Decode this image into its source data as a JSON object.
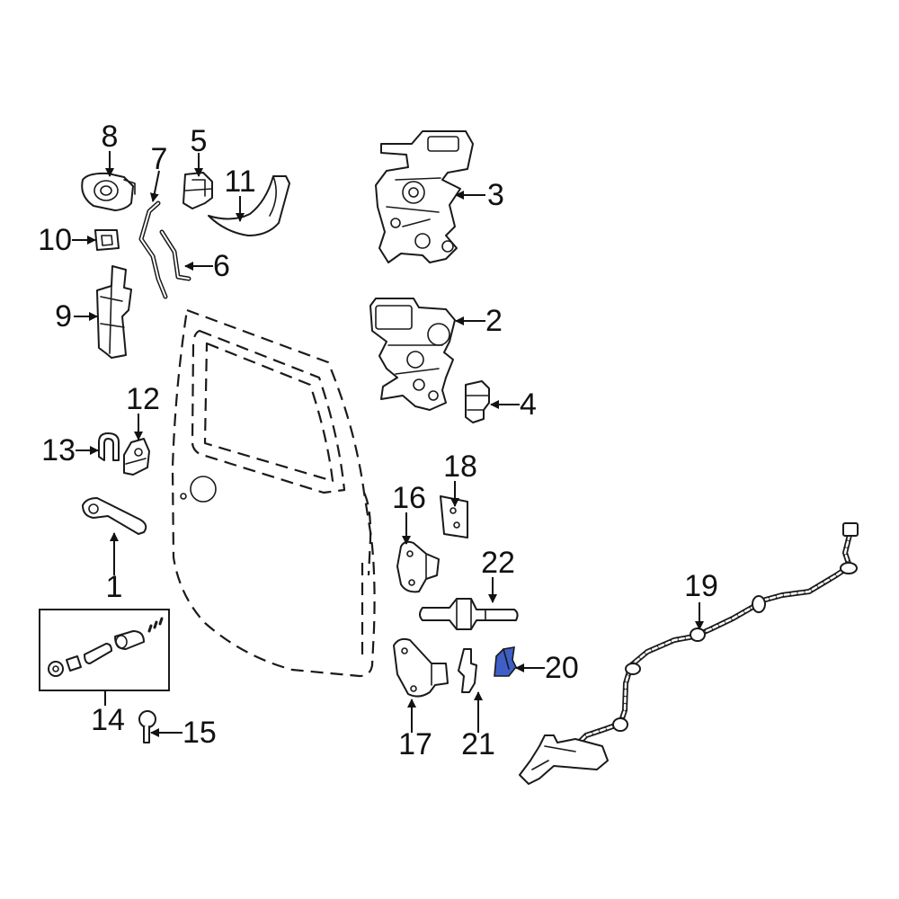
{
  "colors": {
    "line": "#1a1a1a",
    "background": "#ffffff",
    "highlight": "#3f5fc8"
  },
  "callouts": [
    "1",
    "2",
    "3",
    "4",
    "5",
    "6",
    "7",
    "8",
    "9",
    "10",
    "11",
    "12",
    "13",
    "14",
    "15",
    "16",
    "17",
    "18",
    "19",
    "20",
    "21",
    "22"
  ],
  "highlighted_part": "20"
}
